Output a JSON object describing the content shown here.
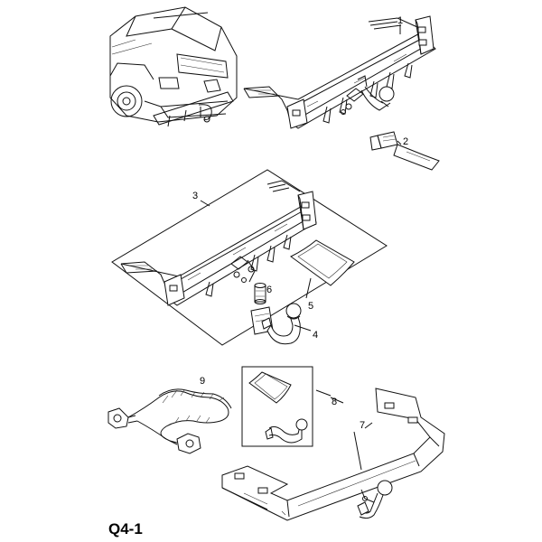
{
  "diagram": {
    "page_code": "Q4-1",
    "callouts": [
      {
        "id": "callout-1",
        "text": "1"
      },
      {
        "id": "callout-2",
        "text": "2"
      },
      {
        "id": "callout-3",
        "text": "3"
      },
      {
        "id": "callout-4",
        "text": "4"
      },
      {
        "id": "callout-5",
        "text": "5"
      },
      {
        "id": "callout-6",
        "text": "6"
      },
      {
        "id": "callout-7",
        "text": "7"
      },
      {
        "id": "callout-8",
        "text": "8"
      },
      {
        "id": "callout-9",
        "text": "9"
      }
    ]
  }
}
